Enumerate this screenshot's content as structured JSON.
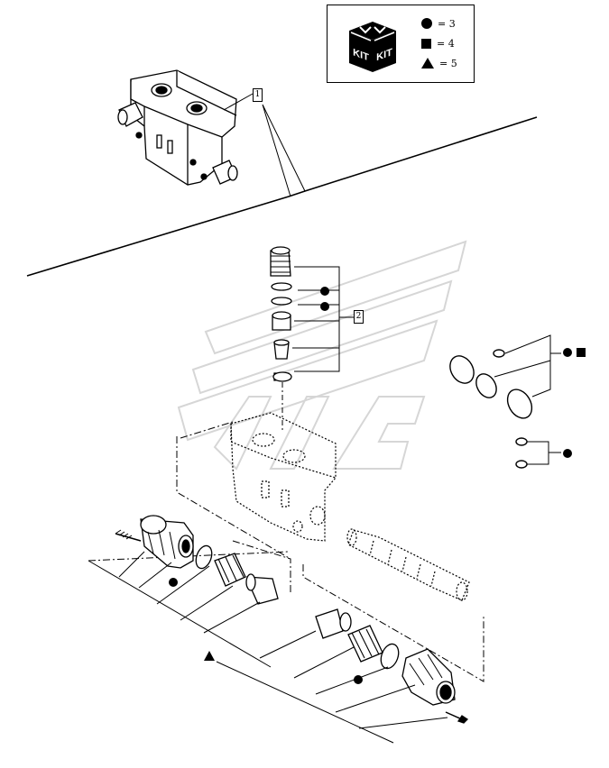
{
  "legend": {
    "kit_label": "KIT",
    "rows": [
      {
        "symbol": "circle-icon",
        "text": "= 3"
      },
      {
        "symbol": "square-icon",
        "text": "= 4"
      },
      {
        "symbol": "triangle-icon",
        "text": "= 5"
      }
    ]
  },
  "callouts": {
    "assembly": "1",
    "seal_stack": "2"
  },
  "colors": {
    "ink": "#000000",
    "watermark": "#d8d8d8"
  }
}
